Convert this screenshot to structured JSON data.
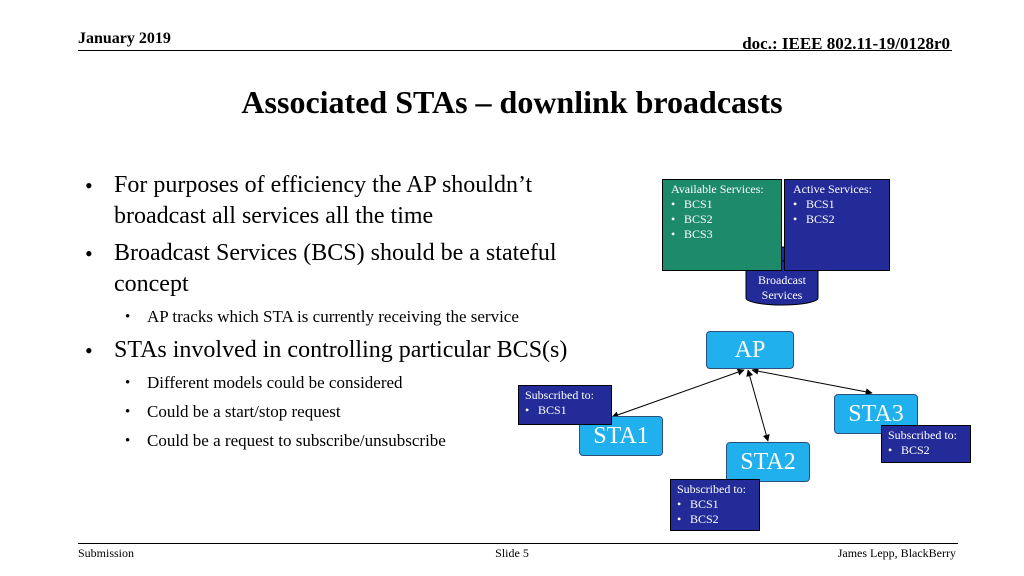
{
  "header": {
    "date": "January 2019",
    "doc_id": "doc.: IEEE 802.11-19/0128r0"
  },
  "title": "Associated STAs – downlink broadcasts",
  "bullets": [
    {
      "text": "For purposes of efficiency the AP shouldn’t broadcast all services all the time",
      "level": 1
    },
    {
      "text": "Broadcast Services (BCS) should be a stateful concept",
      "level": 1
    },
    {
      "text": "AP tracks which STA is currently receiving the service",
      "level": 2
    },
    {
      "text": "STAs involved in controlling particular BCS(s)",
      "level": 1
    },
    {
      "text": "Different models could be considered",
      "level": 2
    },
    {
      "text": "Could be a start/stop request",
      "level": 2
    },
    {
      "text": "Could be a request to subscribe/unsubscribe",
      "level": 2
    }
  ],
  "diagram": {
    "available_services": {
      "heading": "Available Services:",
      "items": [
        "BCS1",
        "BCS2",
        "BCS3"
      ]
    },
    "active_services": {
      "heading": "Active Services:",
      "items": [
        "BCS1",
        "BCS2"
      ]
    },
    "database_label": "Broadcast Services",
    "nodes": {
      "ap": "AP",
      "sta1": "STA1",
      "sta2": "STA2",
      "sta3": "STA3"
    },
    "sta1_subscribed": {
      "heading": "Subscribed to:",
      "items": [
        "BCS1"
      ]
    },
    "sta2_subscribed": {
      "heading": "Subscribed to:",
      "items": [
        "BCS1",
        "BCS2"
      ]
    },
    "sta3_subscribed": {
      "heading": "Subscribed to:",
      "items": [
        "BCS2"
      ]
    }
  },
  "footer": {
    "left": "Submission",
    "center": "Slide 5",
    "right": "James Lepp, BlackBerry"
  },
  "colors": {
    "available_box": "#1d8a6a",
    "active_box": "#232b99",
    "node_fill": "#20b0ee",
    "database_fill": "#232b99"
  }
}
